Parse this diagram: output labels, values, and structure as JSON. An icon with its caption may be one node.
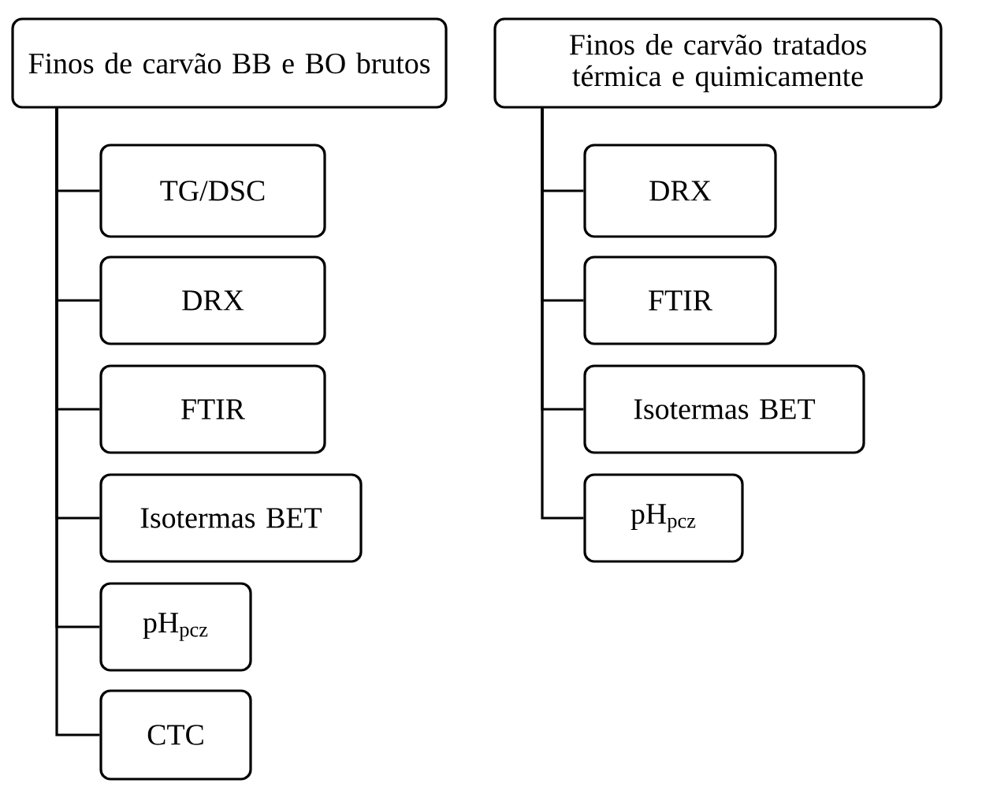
{
  "diagram": {
    "nodes": [
      {
        "text": [
          "Finos de carvão BB e BO brutos"
        ]
      },
      {
        "text": [
          "TG/DSC"
        ]
      },
      {
        "text": [
          "DRX"
        ]
      },
      {
        "text": [
          "FTIR"
        ]
      },
      {
        "text": [
          "Isotermas BET"
        ]
      },
      {
        "text": [
          "pH$_{pcz}$"
        ]
      },
      {
        "text": [
          "CTC"
        ]
      },
      {
        "text": [
          "Finos de carvão tratados térmica e quimicamente"
        ]
      },
      {
        "text": [
          "DRX"
        ]
      },
      {
        "text": [
          "FTIR"
        ]
      },
      {
        "text": [
          "Isotermas BET"
        ]
      },
      {
        "text": [
          "pH$_{pcz}$"
        ]
      }
    ],
    "edges": [
      {
        "from": 0,
        "to": 1,
        "arrow": "none"
      },
      {
        "from": 0,
        "to": 2,
        "arrow": "none"
      },
      {
        "from": 0,
        "to": 3,
        "arrow": "none"
      },
      {
        "from": 0,
        "to": 4,
        "arrow": "none"
      },
      {
        "from": 0,
        "to": 5,
        "arrow": "none"
      },
      {
        "from": 0,
        "to": 6,
        "arrow": "none"
      },
      {
        "from": 7,
        "to": 8,
        "arrow": "none"
      },
      {
        "from": 7,
        "to": 9,
        "arrow": "none"
      },
      {
        "from": 7,
        "to": 10,
        "arrow": "none"
      },
      {
        "from": 7,
        "to": 11,
        "arrow": "none"
      }
    ]
  }
}
